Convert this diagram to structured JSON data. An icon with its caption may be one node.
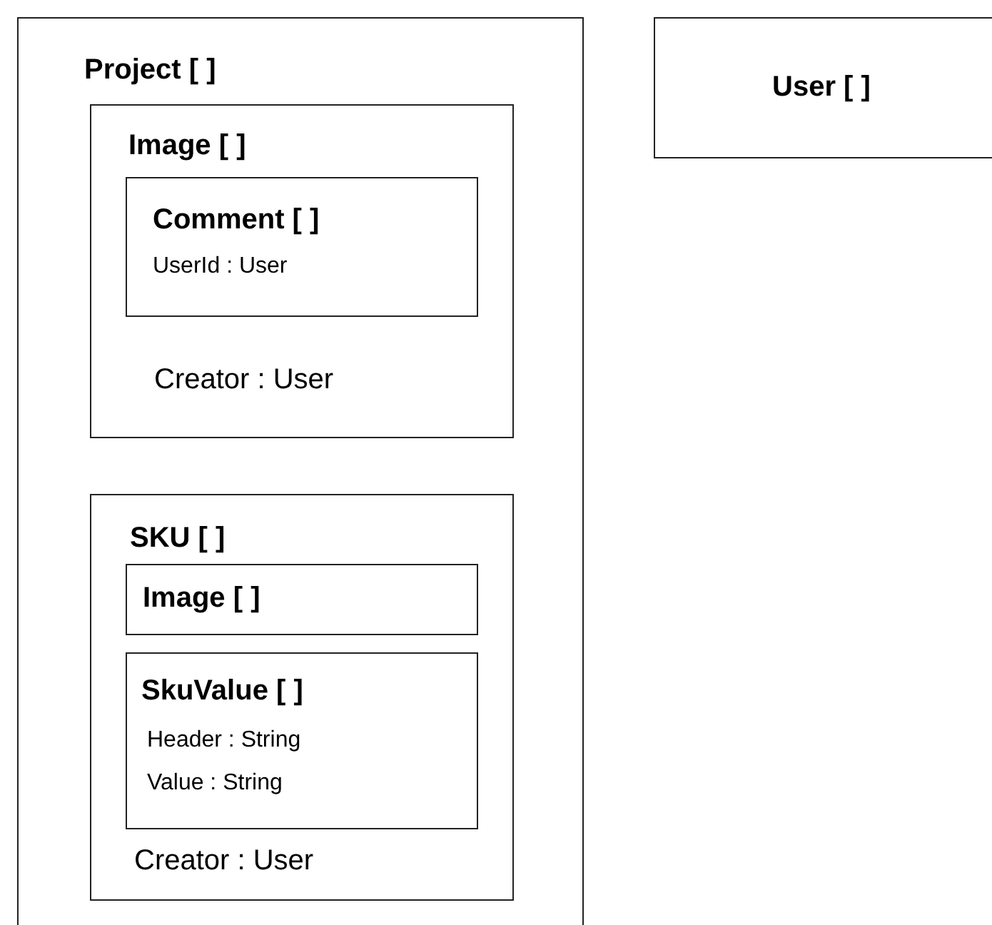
{
  "diagram": {
    "nodes": [
      {
        "text": [
          "Project [ ]"
        ]
      },
      {
        "text": [
          "Image [ ]",
          "Creator : User"
        ],
        "in": 0
      },
      {
        "text": [
          "Comment [ ]",
          "UserId : User"
        ],
        "in": 1
      },
      {
        "text": [
          "SKU [ ]",
          "Creator : User"
        ],
        "in": 0
      },
      {
        "text": [
          "Image [ ]"
        ],
        "in": 3
      },
      {
        "text": [
          "SkuValue [ ]",
          "Header : String",
          "Value : String"
        ],
        "in": 3
      },
      {
        "text": [
          "User [ ]"
        ]
      }
    ]
  }
}
